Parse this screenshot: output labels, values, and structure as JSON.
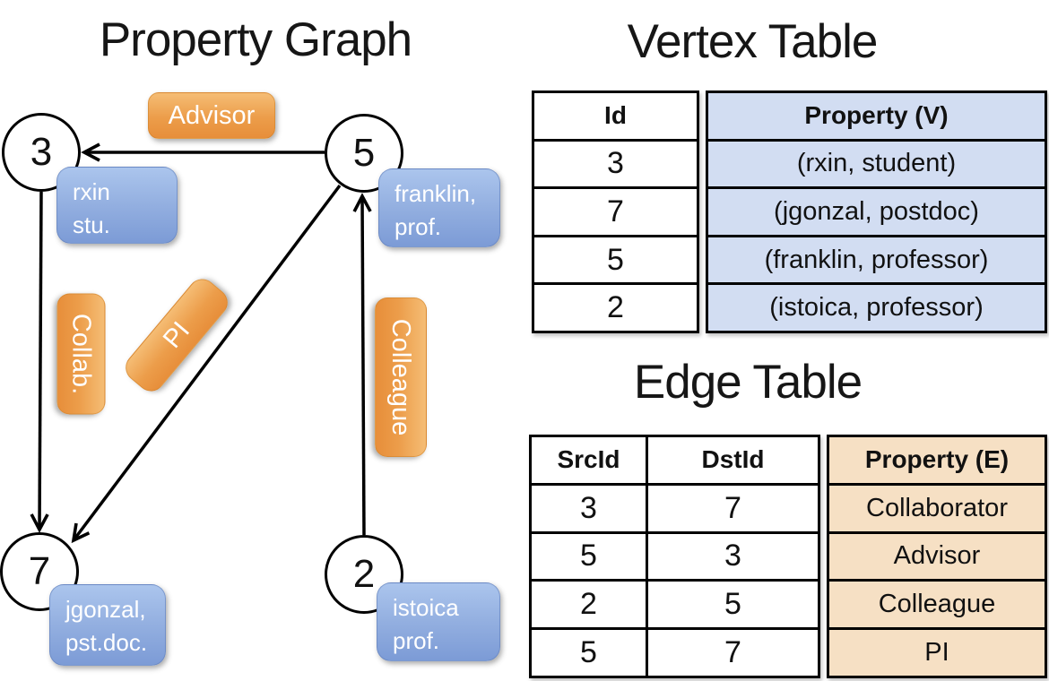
{
  "graph": {
    "title": "Property Graph",
    "nodes": [
      {
        "id": "3",
        "prop_line1": "rxin",
        "prop_line2": "stu."
      },
      {
        "id": "5",
        "prop_line1": "franklin,",
        "prop_line2": "prof."
      },
      {
        "id": "7",
        "prop_line1": "jgonzal,",
        "prop_line2": "pst.doc."
      },
      {
        "id": "2",
        "prop_line1": "istoica",
        "prop_line2": "prof."
      }
    ],
    "edges": [
      {
        "src": "5",
        "dst": "3",
        "label": "Advisor"
      },
      {
        "src": "3",
        "dst": "7",
        "label": "Collab."
      },
      {
        "src": "5",
        "dst": "7",
        "label": "PI"
      },
      {
        "src": "2",
        "dst": "5",
        "label": "Colleague"
      }
    ]
  },
  "vertex_table": {
    "title": "Vertex Table",
    "columns": {
      "id": "Id",
      "property": "Property (V)"
    },
    "rows": [
      {
        "id": "3",
        "property": "(rxin, student)"
      },
      {
        "id": "7",
        "property": "(jgonzal, postdoc)"
      },
      {
        "id": "5",
        "property": "(franklin, professor)"
      },
      {
        "id": "2",
        "property": "(istoica, professor)"
      }
    ]
  },
  "edge_table": {
    "title": "Edge Table",
    "columns": {
      "src": "SrcId",
      "dst": "DstId",
      "property": "Property (E)"
    },
    "rows": [
      {
        "src": "3",
        "dst": "7",
        "property": "Collaborator"
      },
      {
        "src": "5",
        "dst": "3",
        "property": "Advisor"
      },
      {
        "src": "2",
        "dst": "5",
        "property": "Colleague"
      },
      {
        "src": "5",
        "dst": "7",
        "property": "PI"
      }
    ]
  },
  "colors": {
    "edge_label_orange_top": "#F5BD75",
    "edge_label_orange_bottom": "#E78E3A",
    "vertex_pill_blue_top": "#ABC5ED",
    "vertex_pill_blue_bottom": "#7C9BD6",
    "vertex_table_fill": "#D2DDF2",
    "edge_table_fill": "#F6E0C4",
    "line_color": "#000000",
    "background": "#FFFFFF"
  }
}
